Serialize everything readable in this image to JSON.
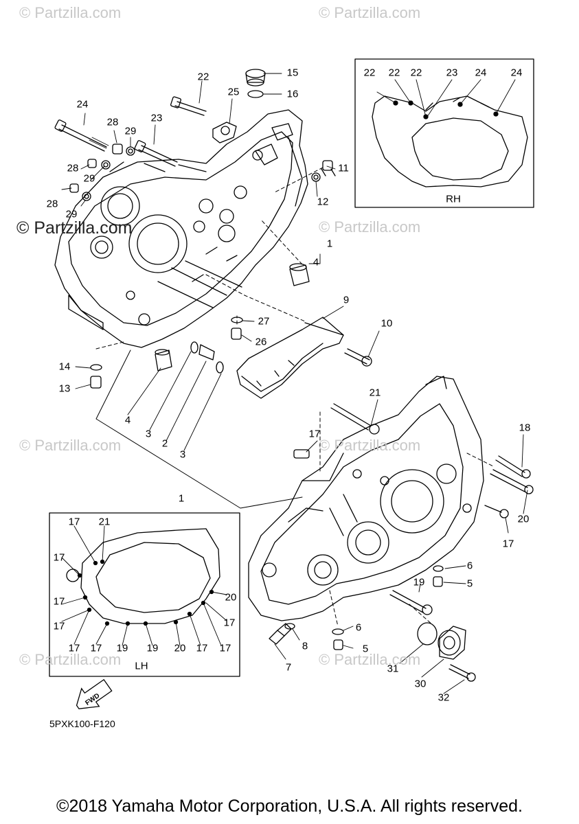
{
  "watermarks": {
    "text": "© Partzilla.com",
    "strong_text": "© Partzilla.com"
  },
  "callouts": {
    "c1a": "1",
    "c1b": "1",
    "c2": "2",
    "c3a": "3",
    "c3b": "3",
    "c4a": "4",
    "c4b": "4",
    "c5a": "5",
    "c5b": "5",
    "c6a": "6",
    "c6b": "6",
    "c7": "7",
    "c8": "8",
    "c9": "9",
    "c10": "10",
    "c11": "11",
    "c12": "12",
    "c13": "13",
    "c14": "14",
    "c15": "15",
    "c16": "16",
    "c17a": "17",
    "c17b": "17",
    "c18": "18",
    "c19": "19",
    "c20": "20",
    "c21": "21",
    "c22": "22",
    "c23": "23",
    "c24": "24",
    "c25": "25",
    "c26": "26",
    "c27": "27",
    "c28a": "28",
    "c28b": "28",
    "c28c": "28",
    "c29a": "29",
    "c29b": "29",
    "c29c": "29",
    "c30": "30",
    "c31": "31",
    "c32": "32"
  },
  "inset_rh": {
    "label": "RH",
    "callouts": [
      "22",
      "22",
      "22",
      "23",
      "24",
      "24"
    ]
  },
  "inset_lh": {
    "label": "LH",
    "callouts": [
      "17",
      "21",
      "17",
      "17",
      "17",
      "20",
      "17",
      "17",
      "17",
      "19",
      "19",
      "20",
      "17",
      "17"
    ]
  },
  "fwd_label": "FWD",
  "diagram_code": "5PXK100-F120",
  "footer": "©2018 Yamaha Motor Corporation, U.S.A. All rights reserved."
}
